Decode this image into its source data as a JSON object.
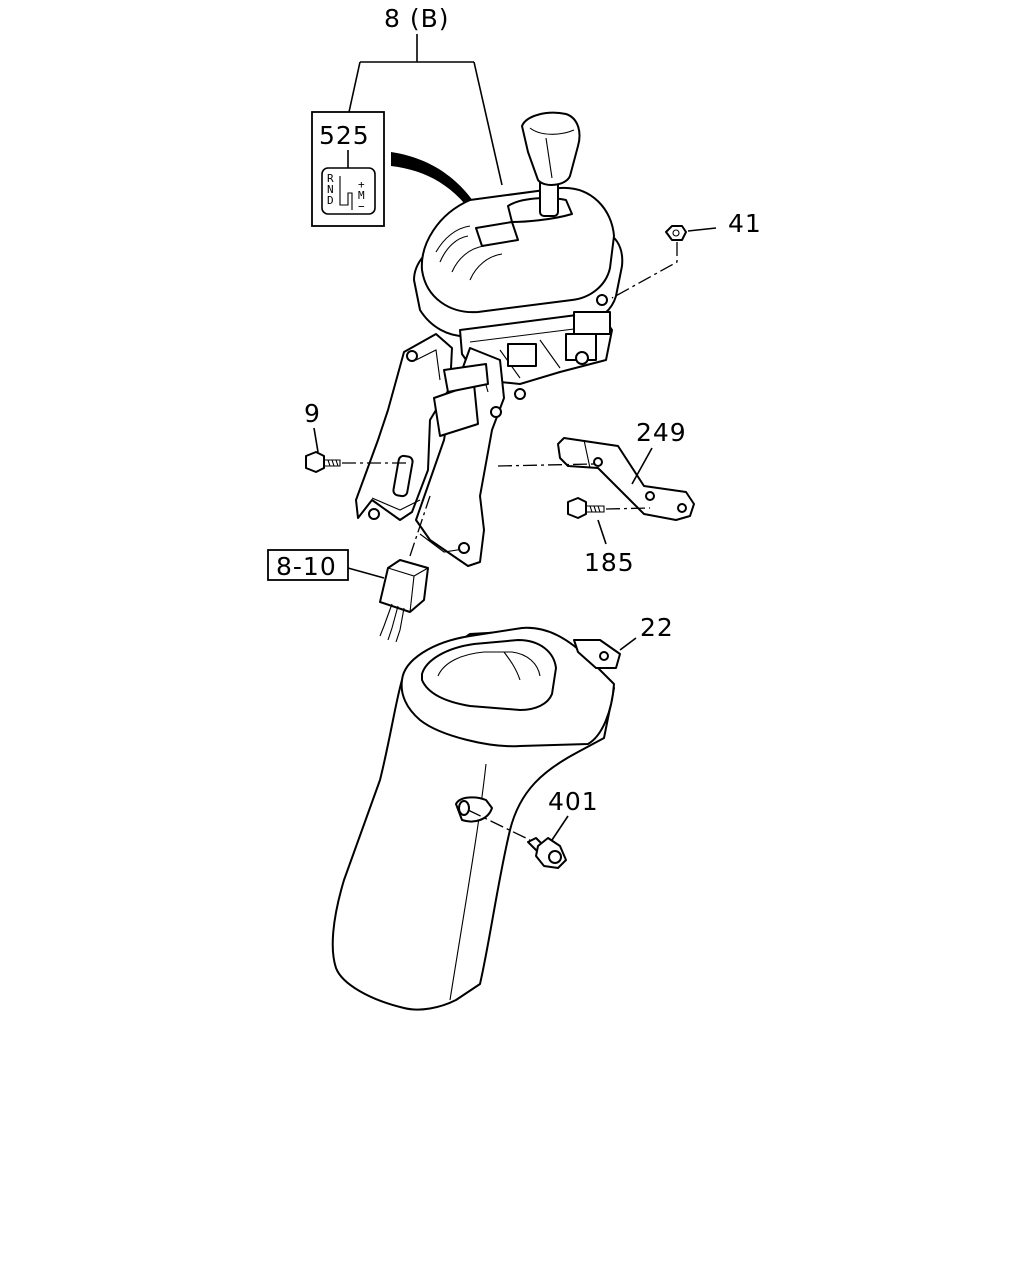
{
  "diagram": {
    "callouts": {
      "assembly": "8 (B)",
      "label_525": "525",
      "nut": "41",
      "bolt_left": "9",
      "bracket": "249",
      "bolt_bracket": "185",
      "connector_ref": "8-10",
      "cover": "22",
      "clip": "401"
    },
    "shift_pattern": {
      "left": [
        "R",
        "N",
        "D"
      ],
      "right": [
        "+",
        "M",
        "−"
      ]
    }
  }
}
